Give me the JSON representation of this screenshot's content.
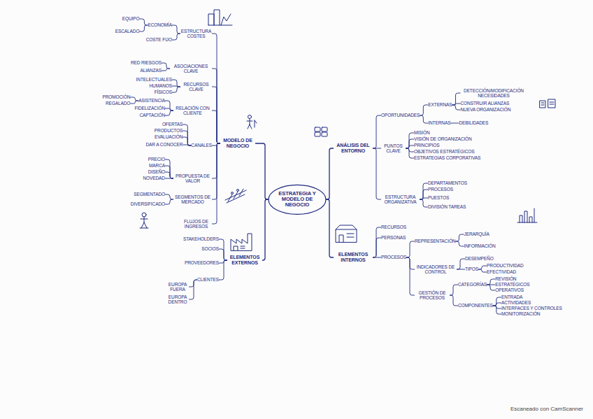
{
  "diagram": {
    "nodes": [
      {
        "text": [
          "ESTRATEGIA Y MODELO DE NEGOCIO"
        ]
      },
      {
        "text": [
          "MODELO DE NEGOCIO"
        ]
      },
      {
        "text": [
          "ESTRUCTURA COSTES"
        ]
      },
      {
        "text": [
          "ECONOMÍA"
        ]
      },
      {
        "text": [
          "EQUIPO"
        ]
      },
      {
        "text": [
          "ESCALADO"
        ]
      },
      {
        "text": [
          "COSTE FIJO"
        ]
      },
      {
        "text": [
          "ASOCIACIONES CLAVE"
        ]
      },
      {
        "text": [
          "RED RIESGOS"
        ]
      },
      {
        "text": [
          "ALIANZAS"
        ]
      },
      {
        "text": [
          "RECURSOS CLAVE"
        ]
      },
      {
        "text": [
          "INTELECTUALES"
        ]
      },
      {
        "text": [
          "HUMANOS"
        ]
      },
      {
        "text": [
          "FÍSICOS"
        ]
      },
      {
        "text": [
          "RELACIÓN CON CLIENTE"
        ]
      },
      {
        "text": [
          "ASISTENCIA"
        ]
      },
      {
        "text": [
          "PROMOCIÓN"
        ]
      },
      {
        "text": [
          "REGALADO"
        ]
      },
      {
        "text": [
          "FIDELIZACIÓN"
        ]
      },
      {
        "text": [
          "CAPTACIÓN"
        ]
      },
      {
        "text": [
          "CANALES"
        ]
      },
      {
        "text": [
          "OFERTAS"
        ]
      },
      {
        "text": [
          "PRODUCTOS"
        ]
      },
      {
        "text": [
          "EVALUACIÓN"
        ]
      },
      {
        "text": [
          "DAR A CONOCER"
        ]
      },
      {
        "text": [
          "PROPUESTA DE VALOR"
        ]
      },
      {
        "text": [
          "PRECIO"
        ]
      },
      {
        "text": [
          "MARCA"
        ]
      },
      {
        "text": [
          "DISEÑO"
        ]
      },
      {
        "text": [
          "NOVEDAD"
        ]
      },
      {
        "text": [
          "SEGMENTOS DE MERCADO"
        ]
      },
      {
        "text": [
          "SEGMENTADO"
        ]
      },
      {
        "text": [
          "DIVERSIFICADO"
        ]
      },
      {
        "text": [
          "FLUJOS DE INGRESOS"
        ]
      },
      {
        "text": [
          "ELEMENTOS EXTERNOS"
        ]
      },
      {
        "text": [
          "STAKEHOLDERS"
        ]
      },
      {
        "text": [
          "SOCIOS"
        ]
      },
      {
        "text": [
          "PROVEEDORES"
        ]
      },
      {
        "text": [
          "CLIENTES"
        ]
      },
      {
        "text": [
          "EUROPA FUERA"
        ]
      },
      {
        "text": [
          "EUROPA DENTRO"
        ]
      },
      {
        "text": [
          "ANÁLISIS DEL ENTORNO"
        ]
      },
      {
        "text": [
          "OPORTUNIDADES"
        ]
      },
      {
        "text": [
          "EXTERNAS"
        ]
      },
      {
        "text": [
          "DETECCIÓN/MODIFICACIÓN NECESIDADES"
        ]
      },
      {
        "text": [
          "CONSTRUIR ALIANZAS"
        ]
      },
      {
        "text": [
          "NUEVA ORGANIZACIÓN"
        ]
      },
      {
        "text": [
          "INTERNAS"
        ]
      },
      {
        "text": [
          "DEBILIDADES"
        ]
      },
      {
        "text": [
          "PUNTOS CLAVE"
        ]
      },
      {
        "text": [
          "MISIÓN"
        ]
      },
      {
        "text": [
          "VISIÓN DE ORGANIZACIÓN"
        ]
      },
      {
        "text": [
          "PRINCIPIOS"
        ]
      },
      {
        "text": [
          "OBJETIVOS ESTRATÉGICOS"
        ]
      },
      {
        "text": [
          "ESTRATEGIAS CORPORATIVAS"
        ]
      },
      {
        "text": [
          "ESTRUCTURA ORGANIZATIVA"
        ]
      },
      {
        "text": [
          "DEPARTAMENTOS"
        ]
      },
      {
        "text": [
          "PROCESOS"
        ]
      },
      {
        "text": [
          "PUESTOS"
        ]
      },
      {
        "text": [
          "DIVISIÓN TAREAS"
        ]
      },
      {
        "text": [
          "ELEMENTOS INTERNOS"
        ]
      },
      {
        "text": [
          "RECURSOS"
        ]
      },
      {
        "text": [
          "PERSONAS"
        ]
      },
      {
        "text": [
          "PROCESOS"
        ]
      },
      {
        "text": [
          "REPRESENTACIÓN"
        ]
      },
      {
        "text": [
          "JERARQUÍA"
        ]
      },
      {
        "text": [
          "INFORMACIÓN"
        ]
      },
      {
        "text": [
          "INDICADORES DE CONTROL"
        ]
      },
      {
        "text": [
          "DESEMPEÑO"
        ]
      },
      {
        "text": [
          "TIPOS"
        ]
      },
      {
        "text": [
          "PRODUCTIVIDAD"
        ]
      },
      {
        "text": [
          "EFECTIVIDAD"
        ]
      },
      {
        "text": [
          "GESTIÓN DE PROCESOS"
        ]
      },
      {
        "text": [
          "CATEGORÍAS"
        ]
      },
      {
        "text": [
          "REVISIÓN"
        ]
      },
      {
        "text": [
          "ESTRATÉGICOS"
        ]
      },
      {
        "text": [
          "OPERATIVOS"
        ]
      },
      {
        "text": [
          "COMPONENTES"
        ]
      },
      {
        "text": [
          "ENTRADA"
        ]
      },
      {
        "text": [
          "ACTIVIDADES"
        ]
      },
      {
        "text": [
          "INTERFACES Y CONTROLES"
        ]
      },
      {
        "text": [
          "MONITORIZACIÓN"
        ]
      }
    ],
    "edges": [
      {
        "from": 0,
        "to": 1,
        "arrow": "none"
      },
      {
        "from": 0,
        "to": 34,
        "arrow": "none"
      },
      {
        "from": 0,
        "to": 41,
        "arrow": "none"
      },
      {
        "from": 0,
        "to": 60,
        "arrow": "none"
      },
      {
        "from": 1,
        "to": 2,
        "arrow": "none"
      },
      {
        "from": 1,
        "to": 7,
        "arrow": "none"
      },
      {
        "from": 1,
        "to": 10,
        "arrow": "none"
      },
      {
        "from": 1,
        "to": 14,
        "arrow": "none"
      },
      {
        "from": 1,
        "to": 20,
        "arrow": "none"
      },
      {
        "from": 1,
        "to": 25,
        "arrow": "none"
      },
      {
        "from": 1,
        "to": 30,
        "arrow": "none"
      },
      {
        "from": 1,
        "to": 33,
        "arrow": "none"
      },
      {
        "from": 2,
        "to": 3,
        "arrow": "none"
      },
      {
        "from": 2,
        "to": 6,
        "arrow": "none"
      },
      {
        "from": 3,
        "to": 4,
        "arrow": "none"
      },
      {
        "from": 3,
        "to": 5,
        "arrow": "none"
      },
      {
        "from": 7,
        "to": 8,
        "arrow": "none"
      },
      {
        "from": 7,
        "to": 9,
        "arrow": "none"
      },
      {
        "from": 10,
        "to": 11,
        "arrow": "none"
      },
      {
        "from": 10,
        "to": 12,
        "arrow": "none"
      },
      {
        "from": 10,
        "to": 13,
        "arrow": "none"
      },
      {
        "from": 14,
        "to": 15,
        "arrow": "none"
      },
      {
        "from": 14,
        "to": 18,
        "arrow": "none"
      },
      {
        "from": 14,
        "to": 19,
        "arrow": "none"
      },
      {
        "from": 15,
        "to": 16,
        "arrow": "none"
      },
      {
        "from": 15,
        "to": 17,
        "arrow": "none"
      },
      {
        "from": 20,
        "to": 21,
        "arrow": "none"
      },
      {
        "from": 20,
        "to": 22,
        "arrow": "none"
      },
      {
        "from": 20,
        "to": 23,
        "arrow": "none"
      },
      {
        "from": 20,
        "to": 24,
        "arrow": "none"
      },
      {
        "from": 25,
        "to": 26,
        "arrow": "none"
      },
      {
        "from": 25,
        "to": 27,
        "arrow": "none"
      },
      {
        "from": 25,
        "to": 28,
        "arrow": "none"
      },
      {
        "from": 25,
        "to": 29,
        "arrow": "none"
      },
      {
        "from": 30,
        "to": 31,
        "arrow": "none"
      },
      {
        "from": 30,
        "to": 32,
        "arrow": "none"
      },
      {
        "from": 34,
        "to": 35,
        "arrow": "none"
      },
      {
        "from": 34,
        "to": 36,
        "arrow": "none"
      },
      {
        "from": 34,
        "to": 37,
        "arrow": "none"
      },
      {
        "from": 34,
        "to": 38,
        "arrow": "none"
      },
      {
        "from": 38,
        "to": 39,
        "arrow": "none"
      },
      {
        "from": 38,
        "to": 40,
        "arrow": "none"
      },
      {
        "from": 41,
        "to": 42,
        "arrow": "none"
      },
      {
        "from": 41,
        "to": 49,
        "arrow": "none"
      },
      {
        "from": 41,
        "to": 55,
        "arrow": "none"
      },
      {
        "from": 42,
        "to": 43,
        "arrow": "none"
      },
      {
        "from": 42,
        "to": 47,
        "arrow": "none"
      },
      {
        "from": 43,
        "to": 44,
        "arrow": "none"
      },
      {
        "from": 43,
        "to": 45,
        "arrow": "none"
      },
      {
        "from": 43,
        "to": 46,
        "arrow": "none"
      },
      {
        "from": 47,
        "to": 48,
        "arrow": "none"
      },
      {
        "from": 49,
        "to": 50,
        "arrow": "none"
      },
      {
        "from": 49,
        "to": 51,
        "arrow": "none"
      },
      {
        "from": 49,
        "to": 52,
        "arrow": "none"
      },
      {
        "from": 49,
        "to": 53,
        "arrow": "none"
      },
      {
        "from": 49,
        "to": 54,
        "arrow": "none"
      },
      {
        "from": 55,
        "to": 56,
        "arrow": "none"
      },
      {
        "from": 55,
        "to": 57,
        "arrow": "none"
      },
      {
        "from": 55,
        "to": 58,
        "arrow": "none"
      },
      {
        "from": 55,
        "to": 59,
        "arrow": "none"
      },
      {
        "from": 60,
        "to": 61,
        "arrow": "none"
      },
      {
        "from": 60,
        "to": 62,
        "arrow": "none"
      },
      {
        "from": 60,
        "to": 63,
        "arrow": "none"
      },
      {
        "from": 63,
        "to": 64,
        "arrow": "none"
      },
      {
        "from": 63,
        "to": 67,
        "arrow": "none"
      },
      {
        "from": 63,
        "to": 72,
        "arrow": "none"
      },
      {
        "from": 64,
        "to": 65,
        "arrow": "none"
      },
      {
        "from": 64,
        "to": 66,
        "arrow": "none"
      },
      {
        "from": 67,
        "to": 68,
        "arrow": "none"
      },
      {
        "from": 67,
        "to": 69,
        "arrow": "none"
      },
      {
        "from": 69,
        "to": 70,
        "arrow": "none"
      },
      {
        "from": 69,
        "to": 71,
        "arrow": "none"
      },
      {
        "from": 72,
        "to": 73,
        "arrow": "none"
      },
      {
        "from": 72,
        "to": 77,
        "arrow": "none"
      },
      {
        "from": 73,
        "to": 74,
        "arrow": "none"
      },
      {
        "from": 73,
        "to": 75,
        "arrow": "none"
      },
      {
        "from": 73,
        "to": 76,
        "arrow": "none"
      },
      {
        "from": 77,
        "to": 78,
        "arrow": "none"
      },
      {
        "from": 77,
        "to": 79,
        "arrow": "none"
      },
      {
        "from": 77,
        "to": 80,
        "arrow": "none"
      },
      {
        "from": 77,
        "to": 81,
        "arrow": "none"
      }
    ],
    "labels": [
      "Escaneado con CamScanner"
    ]
  }
}
